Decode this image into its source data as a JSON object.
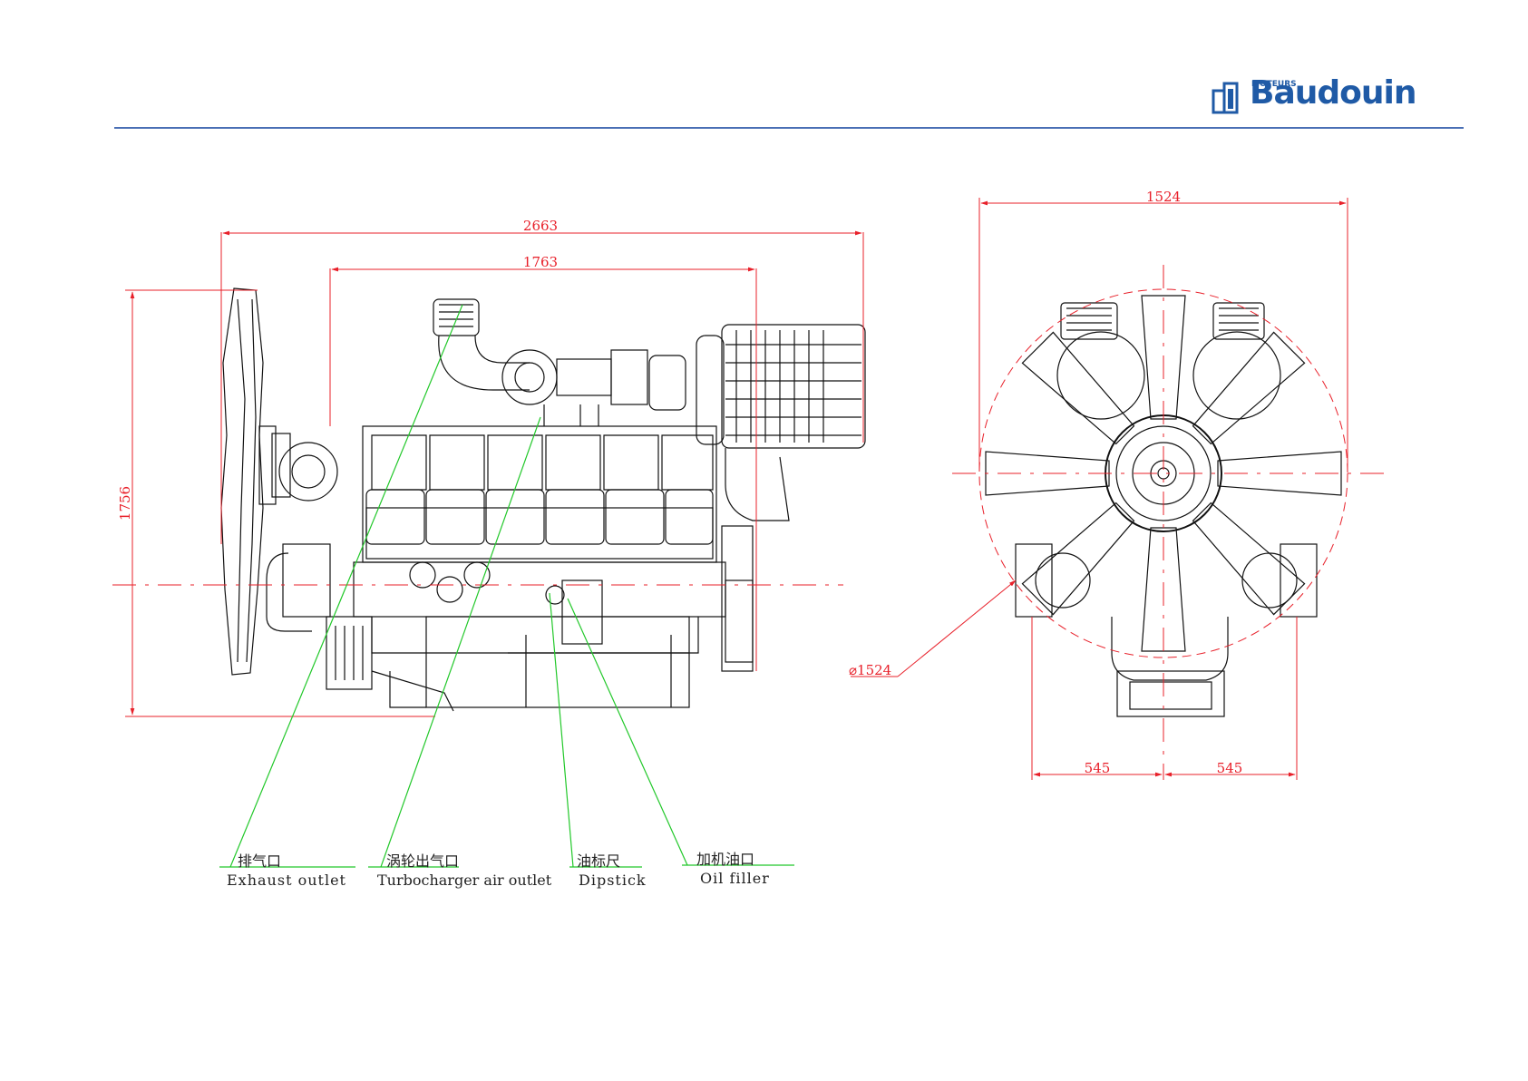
{
  "brand": {
    "name": "Baudouin",
    "tagline": "MOTEURS",
    "color": "#1f5aa6"
  },
  "colors": {
    "header_rule": "#4a6fb5",
    "dimension": "#e8202a",
    "leader": "#22c82a",
    "outline": "#111111"
  },
  "dimensions": {
    "side_overall_length": "2663",
    "side_block_length": "1763",
    "side_height": "1756",
    "front_width": "1524",
    "fan_diameter": "⌀1524",
    "front_left_half": "545",
    "front_right_half": "545"
  },
  "callouts": [
    {
      "cn": "排气口",
      "en": "Exhaust outlet"
    },
    {
      "cn": "涡轮出气口",
      "en": "Turbocharger air outlet"
    },
    {
      "cn": "油标尺",
      "en": "Dipstick"
    },
    {
      "cn": "加机油口",
      "en": "Oil filler"
    }
  ]
}
